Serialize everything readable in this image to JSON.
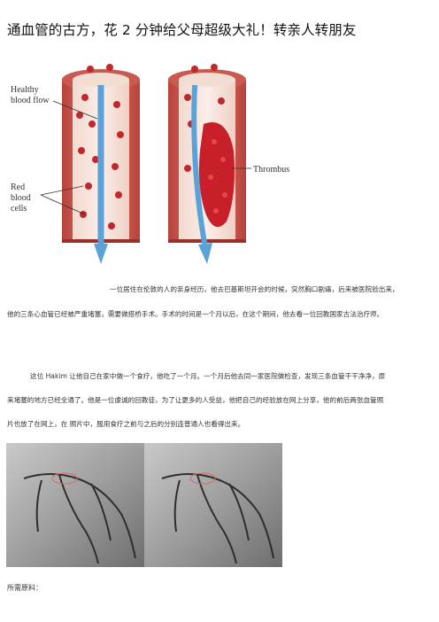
{
  "article": {
    "title": "通血管的古方，花 2 分钟给父母超级大礼！转亲人转朋友",
    "figure1": {
      "label_healthy_line1": "Healthy",
      "label_healthy_line2": "blood flow",
      "label_rbc_line1": "Red",
      "label_rbc_line2": "blood",
      "label_rbc_line3": "cells",
      "label_thrombus": "Thrombus"
    },
    "para1_line1": "一位居住在伦敦的人的亲身经历，他去巴基斯坦开会的时候，突然胸口剧痛，后来被医院验出来，",
    "para1_line2": "他的三条心血管已经被严重堵塞，需要做搭桥手术。手术的时间是一个月以后，在这个期间，他去看一位回教国家古法治疗师。",
    "para2_line1": "这位 Hakim 让他自己在家中做一个食疗，他吃了一个月。一个月后他去同一家医院做检查，发现三条血管干干净净，原",
    "para2_line2": "来堵塞的地方已经全通了。他是一位虔诚的回教徒，为了让更多的人受益，他把自己的经验放在网上分享，他的前后两张血管照",
    "para2_line3": "片也放了在网上，在  照片中，服用食疗之前与之后的分别连普通人也看得出来。",
    "footer": "所需原料："
  }
}
